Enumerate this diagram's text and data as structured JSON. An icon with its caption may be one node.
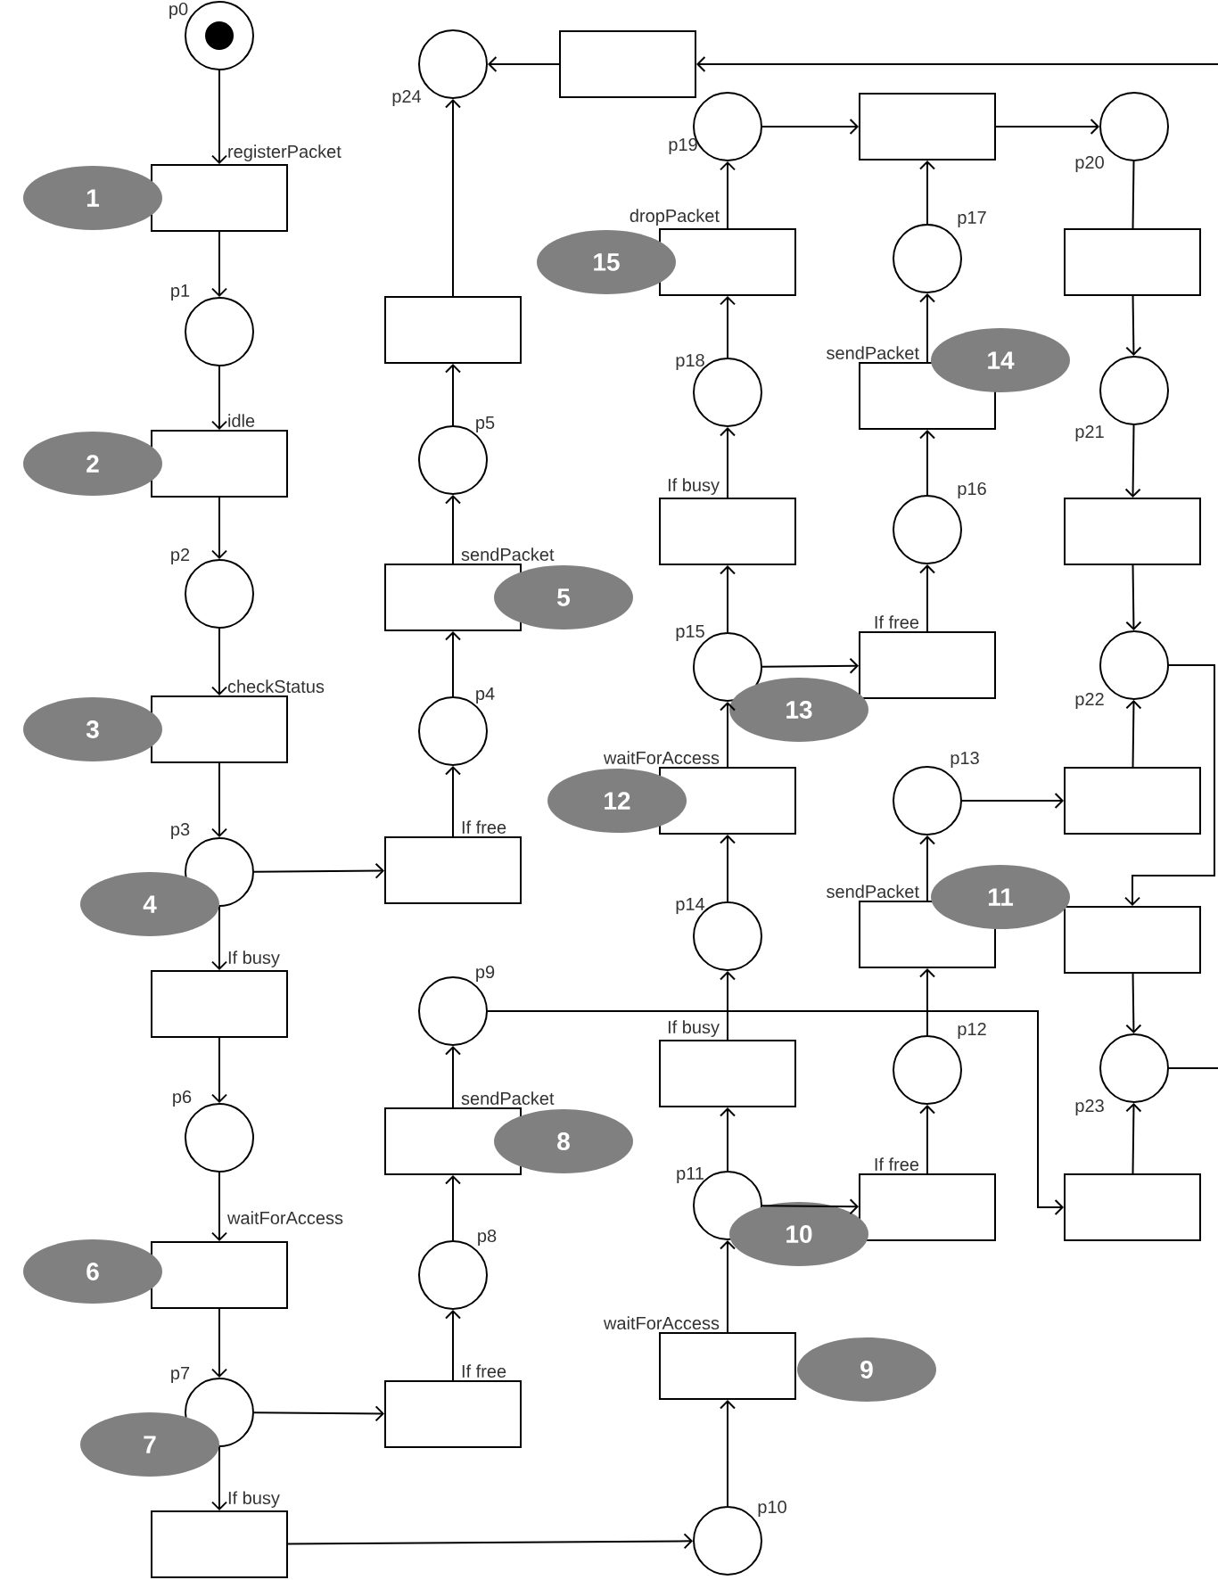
{
  "diagram": {
    "nodes": [
      {
        "text": [],
        "shape": "circle",
        "beside": [
          "p0"
        ]
      },
      {
        "text": [],
        "shape": "circle",
        "beside": [
          "p1"
        ]
      },
      {
        "text": [],
        "shape": "circle",
        "beside": [
          "p2"
        ]
      },
      {
        "text": [],
        "shape": "circle",
        "beside": [
          "p3"
        ]
      },
      {
        "text": [],
        "shape": "circle",
        "beside": [
          "p4"
        ]
      },
      {
        "text": [],
        "shape": "circle",
        "beside": [
          "p5"
        ]
      },
      {
        "text": [],
        "shape": "circle",
        "beside": [
          "p6"
        ]
      },
      {
        "text": [],
        "shape": "circle",
        "beside": [
          "p7"
        ]
      },
      {
        "text": [],
        "shape": "circle",
        "beside": [
          "p8"
        ]
      },
      {
        "text": [],
        "shape": "circle",
        "beside": [
          "p9"
        ]
      },
      {
        "text": [],
        "shape": "circle",
        "beside": [
          "p10"
        ]
      },
      {
        "text": [],
        "shape": "circle",
        "beside": [
          "p11"
        ]
      },
      {
        "text": [],
        "shape": "circle",
        "beside": [
          "p12"
        ]
      },
      {
        "text": [],
        "shape": "circle",
        "beside": [
          "p13"
        ]
      },
      {
        "text": [],
        "shape": "circle",
        "beside": [
          "p14"
        ]
      },
      {
        "text": [],
        "shape": "circle",
        "beside": [
          "p15"
        ]
      },
      {
        "text": [],
        "shape": "circle",
        "beside": [
          "p16"
        ]
      },
      {
        "text": [],
        "shape": "circle",
        "beside": [
          "p17"
        ]
      },
      {
        "text": [],
        "shape": "circle",
        "beside": [
          "p18"
        ]
      },
      {
        "text": [],
        "shape": "circle",
        "beside": [
          "p19"
        ]
      },
      {
        "text": [],
        "shape": "circle",
        "beside": [
          "p20"
        ]
      },
      {
        "text": [],
        "shape": "circle",
        "beside": [
          "p21"
        ]
      },
      {
        "text": [],
        "shape": "circle",
        "beside": [
          "p22"
        ]
      },
      {
        "text": [],
        "shape": "circle",
        "beside": [
          "p23"
        ]
      },
      {
        "text": [],
        "shape": "circle",
        "beside": [
          "p24"
        ]
      },
      {
        "text": [],
        "shape": "box",
        "beside": [
          "registerPacket"
        ]
      },
      {
        "text": [],
        "shape": "box",
        "beside": [
          "idle"
        ]
      },
      {
        "text": [],
        "shape": "box",
        "beside": [
          "checkStatus"
        ]
      },
      {
        "text": [],
        "shape": "box",
        "beside": [
          "If busy"
        ]
      },
      {
        "text": [],
        "shape": "box",
        "beside": [
          "waitForAccess"
        ]
      },
      {
        "text": [],
        "shape": "box",
        "beside": [
          "If busy"
        ]
      },
      {
        "text": [],
        "shape": "box"
      },
      {
        "text": [],
        "shape": "box",
        "beside": [
          "sendPacket"
        ]
      },
      {
        "text": [],
        "shape": "box",
        "beside": [
          "If free"
        ]
      },
      {
        "text": [],
        "shape": "box",
        "beside": [
          "sendPacket"
        ]
      },
      {
        "text": [],
        "shape": "box",
        "beside": [
          "If free"
        ]
      },
      {
        "text": [],
        "shape": "box"
      },
      {
        "text": [],
        "shape": "box",
        "beside": [
          "dropPacket"
        ]
      },
      {
        "text": [],
        "shape": "box",
        "beside": [
          "If busy"
        ]
      },
      {
        "text": [],
        "shape": "box",
        "beside": [
          "waitForAccess"
        ]
      },
      {
        "text": [],
        "shape": "box",
        "beside": [
          "If busy"
        ]
      },
      {
        "text": [],
        "shape": "box",
        "beside": [
          "waitForAccess"
        ]
      },
      {
        "text": [],
        "shape": "box"
      },
      {
        "text": [],
        "shape": "box",
        "beside": [
          "sendPacket"
        ]
      },
      {
        "text": [],
        "shape": "box",
        "beside": [
          "If free"
        ]
      },
      {
        "text": [],
        "shape": "box",
        "beside": [
          "sendPacket"
        ]
      },
      {
        "text": [],
        "shape": "box",
        "beside": [
          "If free"
        ]
      },
      {
        "text": [],
        "shape": "box"
      },
      {
        "text": [],
        "shape": "box"
      },
      {
        "text": [],
        "shape": "box"
      },
      {
        "text": [],
        "shape": "box"
      },
      {
        "text": [],
        "shape": "box"
      },
      {
        "text": [
          "1"
        ]
      },
      {
        "text": [
          "2"
        ]
      },
      {
        "text": [
          "3"
        ]
      },
      {
        "text": [
          "4"
        ]
      },
      {
        "text": [
          "5"
        ]
      },
      {
        "text": [
          "6"
        ]
      },
      {
        "text": [
          "7"
        ]
      },
      {
        "text": [
          "8"
        ]
      },
      {
        "text": [
          "9"
        ]
      },
      {
        "text": [
          "10"
        ]
      },
      {
        "text": [
          "11"
        ]
      },
      {
        "text": [
          "12"
        ]
      },
      {
        "text": [
          "13"
        ]
      },
      {
        "text": [
          "14"
        ]
      },
      {
        "text": [
          "15"
        ]
      }
    ],
    "edges": [
      {
        "from": 0,
        "to": 25,
        "arrow": "to"
      },
      {
        "from": 25,
        "to": 1,
        "arrow": "to"
      },
      {
        "from": 1,
        "to": 26,
        "arrow": "to"
      },
      {
        "from": 26,
        "to": 2,
        "arrow": "to"
      },
      {
        "from": 2,
        "to": 27,
        "arrow": "to"
      },
      {
        "from": 27,
        "to": 3,
        "arrow": "to"
      },
      {
        "from": 3,
        "to": 33,
        "arrow": "to"
      },
      {
        "from": 3,
        "to": 28,
        "arrow": "to"
      },
      {
        "from": 33,
        "to": 4,
        "arrow": "to"
      },
      {
        "from": 4,
        "to": 32,
        "arrow": "to"
      },
      {
        "from": 32,
        "to": 5,
        "arrow": "to"
      },
      {
        "from": 5,
        "to": 31,
        "arrow": "to"
      },
      {
        "from": 31,
        "to": 24,
        "arrow": "to"
      },
      {
        "from": 36,
        "to": 24,
        "arrow": "to"
      },
      {
        "from": null,
        "to": 36,
        "arrow": "to"
      },
      {
        "from": 28,
        "to": 6,
        "arrow": "to"
      },
      {
        "from": 6,
        "to": 29,
        "arrow": "to"
      },
      {
        "from": 29,
        "to": 7,
        "arrow": "to"
      },
      {
        "from": 7,
        "to": 35,
        "arrow": "to"
      },
      {
        "from": 7,
        "to": 30,
        "arrow": "to"
      },
      {
        "from": 35,
        "to": 8,
        "arrow": "to"
      },
      {
        "from": 8,
        "to": 34,
        "arrow": "to"
      },
      {
        "from": 34,
        "to": 9,
        "arrow": "to"
      },
      {
        "from": 9,
        "to": 51,
        "arrow": "to"
      },
      {
        "from": 30,
        "to": 10,
        "arrow": "to"
      },
      {
        "from": 10,
        "to": 41,
        "arrow": "to"
      },
      {
        "from": 41,
        "to": 11,
        "arrow": "to"
      },
      {
        "from": 11,
        "to": 40,
        "arrow": "to"
      },
      {
        "from": 11,
        "to": 46,
        "arrow": "to"
      },
      {
        "from": 40,
        "to": 14,
        "arrow": "to"
      },
      {
        "from": 46,
        "to": 12,
        "arrow": "to"
      },
      {
        "from": 12,
        "to": 45,
        "arrow": "to"
      },
      {
        "from": 45,
        "to": 13,
        "arrow": "to"
      },
      {
        "from": 13,
        "to": 49,
        "arrow": "to"
      },
      {
        "from": 49,
        "to": 22,
        "arrow": "to"
      },
      {
        "from": 22,
        "to": 50,
        "arrow": "to"
      },
      {
        "from": 50,
        "to": 23,
        "arrow": "to"
      },
      {
        "from": 51,
        "to": 23,
        "arrow": "to"
      },
      {
        "from": 23,
        "to": null,
        "arrow": "none"
      },
      {
        "from": 42,
        "to": 20,
        "arrow": "to"
      },
      {
        "from": 20,
        "to": 47,
        "arrow": "none"
      },
      {
        "from": 47,
        "to": 21,
        "arrow": "to"
      },
      {
        "from": 21,
        "to": 48,
        "arrow": "to"
      },
      {
        "from": 48,
        "to": 22,
        "arrow": "to"
      },
      {
        "from": 14,
        "to": 39,
        "arrow": "to"
      },
      {
        "from": 39,
        "to": 15,
        "arrow": "to"
      },
      {
        "from": 15,
        "to": 38,
        "arrow": "to"
      },
      {
        "from": 15,
        "to": 44,
        "arrow": "to"
      },
      {
        "from": 38,
        "to": 18,
        "arrow": "to"
      },
      {
        "from": 44,
        "to": 16,
        "arrow": "to"
      },
      {
        "from": 16,
        "to": 43,
        "arrow": "to"
      },
      {
        "from": 43,
        "to": 17,
        "arrow": "to"
      },
      {
        "from": 18,
        "to": 37,
        "arrow": "to"
      },
      {
        "from": 37,
        "to": 19,
        "arrow": "to"
      },
      {
        "from": 17,
        "to": 42,
        "arrow": "to"
      },
      {
        "from": 19,
        "to": 42,
        "arrow": "to"
      }
    ]
  }
}
